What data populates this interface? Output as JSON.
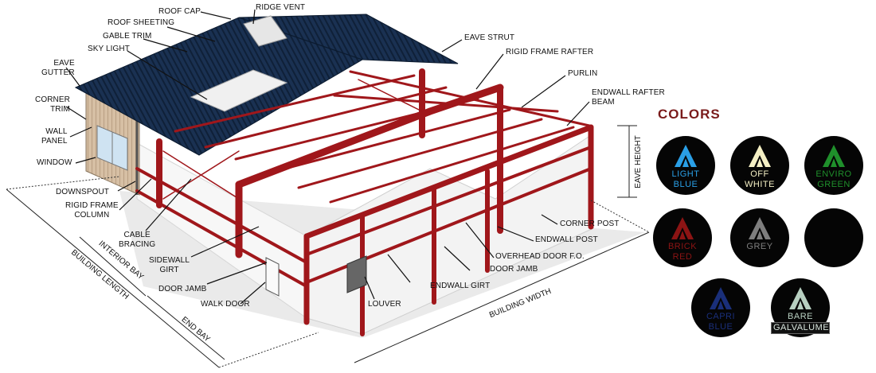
{
  "labels": {
    "roof_cap": "ROOF CAP",
    "ridge_vent": "RIDGE VENT",
    "roof_sheeting": "ROOF SHEETING",
    "gable_trim": "GABLE TRIM",
    "sky_light": "SKY LIGHT",
    "eave_gutter": [
      "EAVE",
      "GUTTER"
    ],
    "corner_trim": [
      "CORNER",
      "TRIM"
    ],
    "wall_panel": [
      "WALL",
      "PANEL"
    ],
    "window": "WINDOW",
    "downspout": "DOWNSPOUT",
    "rigid_frame_column": [
      "RIGID FRAME",
      "COLUMN"
    ],
    "cable_bracing": [
      "CABLE",
      "BRACING"
    ],
    "sidewall_girt": [
      "SIDEWALL",
      "GIRT"
    ],
    "door_jamb_left": "DOOR JAMB",
    "walk_door": "WALK DOOR",
    "louver": "LOUVER",
    "endwall_girt": "ENDWALL GIRT",
    "door_jamb_right": "DOOR JAMB",
    "overhead_door": "OVERHEAD DOOR F.O.",
    "endwall_post": "ENDWALL POST",
    "corner_post": "CORNER POST",
    "eave_height": "EAVE HEIGHT",
    "eave_strut": "EAVE STRUT",
    "rigid_frame_rafter": "RIGID FRAME RAFTER",
    "purlin": "PURLIN",
    "endwall_rafter_beam": [
      "ENDWALL RAFTER",
      "BEAM"
    ],
    "building_length": "BUILDING LENGTH",
    "interior_bay": "INTERIOR BAY",
    "end_bay": "END BAY",
    "building_width": "BUILDING WIDTH"
  },
  "colors_title": "COLORS",
  "swatches": [
    {
      "lines": [
        "LIGHT",
        "BLUE"
      ],
      "color": "#2a9fe6"
    },
    {
      "lines": [
        "OFF",
        "WHITE"
      ],
      "color": "#f4efc4"
    },
    {
      "lines": [
        "ENVIRO",
        "GREEN"
      ],
      "color": "#1f8f2b"
    },
    {
      "lines": [
        "BRICK",
        "RED"
      ],
      "color": "#8c1414"
    },
    {
      "lines": [
        "GREY"
      ],
      "color": "#7e7e7e"
    },
    {
      "lines": [],
      "color": "#050505"
    },
    {
      "lines": [
        "CAPRI",
        "BLUE"
      ],
      "color": "#1a2f7a"
    },
    {
      "lines": [
        "BARE",
        "GALVALUME"
      ],
      "color": "#b7cfc0"
    }
  ],
  "theme": {
    "roof": "#162a45",
    "steel": "#a0171b",
    "wall": "#d4bca0"
  }
}
